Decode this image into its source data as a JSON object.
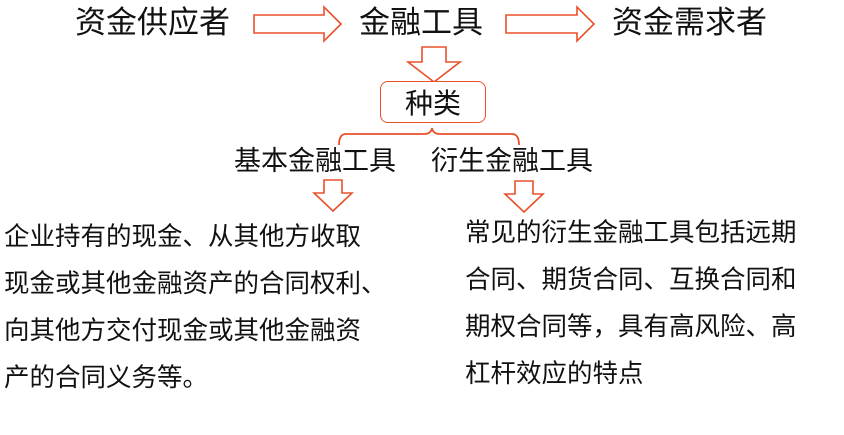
{
  "colors": {
    "accent": "#e8502a",
    "text": "#111111",
    "background": "#ffffff"
  },
  "flow": {
    "supplier": "资金供应者",
    "instrument": "金融工具",
    "demander": "资金需求者"
  },
  "category_box": {
    "label": "种类"
  },
  "categories": [
    {
      "label": "基本金融工具",
      "description_lines": [
        "企业持有的现金、从其他方收取",
        "现金或其他金融资产的合同权利、",
        "向其他方交付现金或其他金融资",
        "产的合同义务等。"
      ]
    },
    {
      "label": "衍生金融工具",
      "description_lines": [
        "常见的衍生金融工具包括远期",
        "合同、期货合同、互换合同和",
        "期权合同等，具有高风险、高",
        "杠杆效应的特点"
      ]
    }
  ],
  "icons": {
    "right_arrow": "hollow-right-arrow",
    "down_arrow": "hollow-down-arrow",
    "brace": "curly-brace"
  }
}
